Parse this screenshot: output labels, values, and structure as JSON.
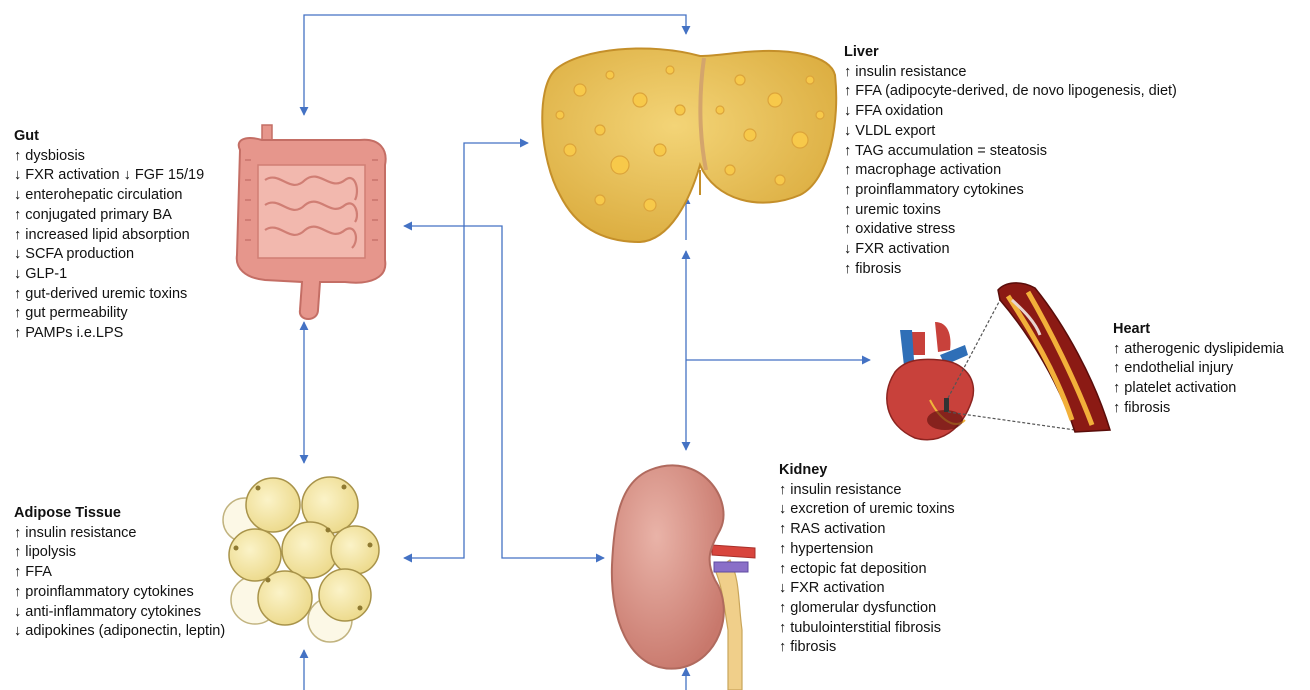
{
  "colors": {
    "arrow": "#4472c4",
    "liver": "#e8c15a",
    "gut": "#e6968c",
    "kidney": "#d9968a",
    "adipose": "#f6eab0",
    "heart": "#c8413b",
    "vessel": "#8b1a14"
  },
  "gut": {
    "title": "Gut",
    "items": [
      "↑ dysbiosis",
      "↓ FXR activation ↓ FGF 15/19",
      "↓ enterohepatic circulation",
      "↑ conjugated primary BA",
      "↑ increased lipid absorption",
      "↓ SCFA production",
      "↓ GLP-1",
      "↑ gut-derived uremic toxins",
      "↑ gut permeability",
      "↑ PAMPs i.e.LPS"
    ]
  },
  "liver": {
    "title": "Liver",
    "items": [
      "↑ insulin resistance",
      "↑ FFA (adipocyte-derived, de novo lipogenesis, diet)",
      "↓ FFA oxidation",
      "↓ VLDL export",
      "↑ TAG accumulation = steatosis",
      "↑ macrophage activation",
      "↑ proinflammatory cytokines",
      "↑ uremic toxins",
      "↑ oxidative stress",
      "↓ FXR activation",
      "↑ fibrosis"
    ]
  },
  "heart": {
    "title": "Heart",
    "items": [
      "↑ atherogenic dyslipidemia",
      "↑ endothelial injury",
      "↑ platelet activation",
      "↑ fibrosis"
    ]
  },
  "kidney": {
    "title": "Kidney",
    "items": [
      "↑ insulin resistance",
      "↓ excretion of uremic toxins",
      "↑ RAS activation",
      "↑ hypertension",
      "↑ ectopic fat deposition",
      "↓ FXR activation",
      "↑ glomerular dysfunction",
      "↑ tubulointerstitial fibrosis",
      "↑ fibrosis"
    ]
  },
  "adipose": {
    "title": "Adipose Tissue",
    "items": [
      "↑ insulin resistance",
      "↑ lipolysis",
      "↑ FFA",
      "↑ proinflammatory cytokines",
      "↓ anti-inflammatory cytokines",
      "↓ adipokines (adiponectin, leptin)"
    ]
  }
}
